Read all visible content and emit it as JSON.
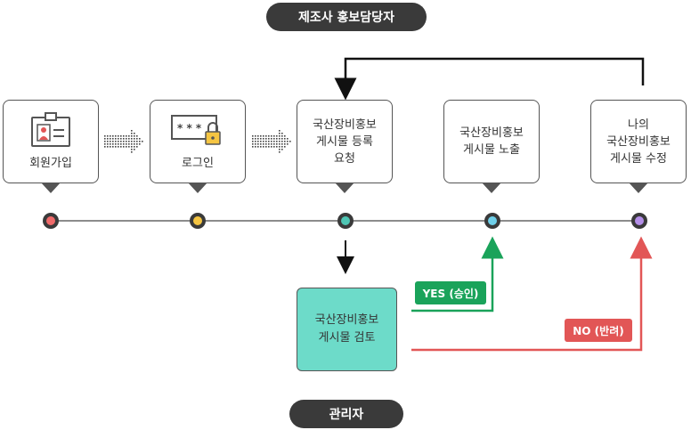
{
  "roles": {
    "company": "제조사 홍보담당자",
    "admin": "관리자"
  },
  "steps": [
    {
      "lines": [
        "회원가입"
      ],
      "icon": "id-card-icon"
    },
    {
      "lines": [
        "로그인"
      ],
      "icon": "password-lock-icon"
    },
    {
      "lines": [
        "국산장비홍보",
        "게시물 등록",
        "요청"
      ]
    },
    {
      "lines": [
        "국산장비홍보",
        "게시물 노출"
      ]
    },
    {
      "lines": [
        "나의",
        "국산장비홍보",
        "게시물 수정"
      ]
    }
  ],
  "review": {
    "lines": [
      "국산장비홍보",
      "게시물 검토"
    ]
  },
  "decisions": {
    "yes": "YES (승인)",
    "no": "NO (반려)"
  },
  "colors": {
    "dark": "#3a3a3a",
    "dot1": "#f06a6a",
    "dot2": "#f5c542",
    "dot3": "#4fc6b4",
    "dot4": "#6fd0ea",
    "dot5": "#b48ee8",
    "review_fill": "#6ddbc9",
    "yes": "#1aa35a",
    "no": "#e25656"
  }
}
